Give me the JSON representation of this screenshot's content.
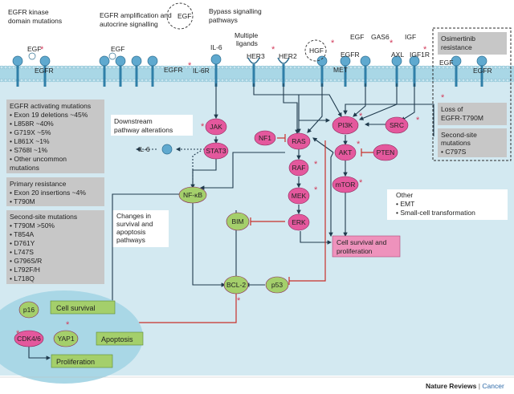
{
  "colors": {
    "membrane": "#a9d7e6",
    "cytoplasm": "#d3e9f1",
    "pink_node": "#e4589d",
    "green_node": "#a4cf6b",
    "gray_box": "#c7c7c7",
    "outcome_pink": "#ee92bc",
    "inhibit_red": "#c8302b",
    "mutation_star": "#d23a5a"
  },
  "section_labels": {
    "kinase": [
      "EGFR kinase",
      "domain mutations"
    ],
    "amplification": [
      "EGFR amplification and",
      "autocrine signalling"
    ],
    "bypass": [
      "Bypass signalling",
      "pathways"
    ],
    "multiple_ligands": [
      "Multiple",
      "ligands"
    ],
    "downstream": [
      "Downstream",
      "pathway alterations"
    ],
    "changes": [
      "Changes in",
      "survival and",
      "apoptosis",
      "pathways"
    ]
  },
  "receptor_labels": {
    "egf_a": "EGF",
    "egfr_a": "EGFR",
    "egf_b": "EGF",
    "egfr_b": "EGFR",
    "egf_dashed": "EGF",
    "il6": "IL-6",
    "il6r": "IL-6R",
    "her3": "HER3",
    "her2": "HER2",
    "hgf": "HGF",
    "met": "MET",
    "egf_c": "EGF",
    "egfr_c": "EGFR",
    "gas6": "GAS6",
    "axl": "AXL",
    "igf": "IGF",
    "igf1r": "IGF1R",
    "egf_d": "EGF",
    "egfr_d": "EGFR"
  },
  "osimertinib": {
    "title": [
      "Osimertinib",
      "resistance"
    ],
    "loss": [
      "Loss of",
      "EGFR-T790M"
    ],
    "second_site": [
      "Second-site",
      "mutations",
      "• C797S"
    ]
  },
  "activating_box": {
    "title": "EGFR activating mutations",
    "items": [
      "• Exon 19 deletions ~45%",
      "• L858R ~40%",
      "• G719X ~5%",
      "• L861X ~1%",
      "• S768I ~1%",
      "• Other uncommon",
      "  mutations"
    ]
  },
  "primary_box": {
    "title": "Primary resistance",
    "items": [
      "• Exon 20 insertions ~4%",
      "• T790M"
    ]
  },
  "second_site_box": {
    "title": "Second-site mutations",
    "items": [
      "• T790M >50%",
      "• T854A",
      "• D761Y",
      "• L747S",
      "• G796S/R",
      "• L792F/H",
      "• L718Q"
    ]
  },
  "other_box": {
    "title": "Other",
    "items": [
      "• EMT",
      "• Small-cell transformation"
    ]
  },
  "nodes": {
    "jak": "JAK",
    "stat3": "STAT3",
    "il6_out": "IL-6",
    "nfkb": "NF-κB",
    "nf1": "NF1",
    "ras": "RAS",
    "raf": "RAF",
    "mek": "MEK",
    "erk": "ERK",
    "pi3k": "PI3K",
    "akt": "AKT",
    "pten": "PTEN",
    "mtor": "mTOR",
    "src": "SRC",
    "bim": "BIM",
    "bcl2": "BCL-2",
    "p53": "p53",
    "p16": "p16",
    "cdk46": "CDK4/6",
    "yap1": "YAP1"
  },
  "outcomes": {
    "cell_survival": "Cell survival",
    "apoptosis": "Apoptosis",
    "proliferation": "Proliferation",
    "survival_prolif": [
      "Cell survival and",
      "proliferation"
    ]
  },
  "footer": {
    "brand": "Nature Reviews",
    "sep": " | ",
    "journal": "Cancer"
  }
}
